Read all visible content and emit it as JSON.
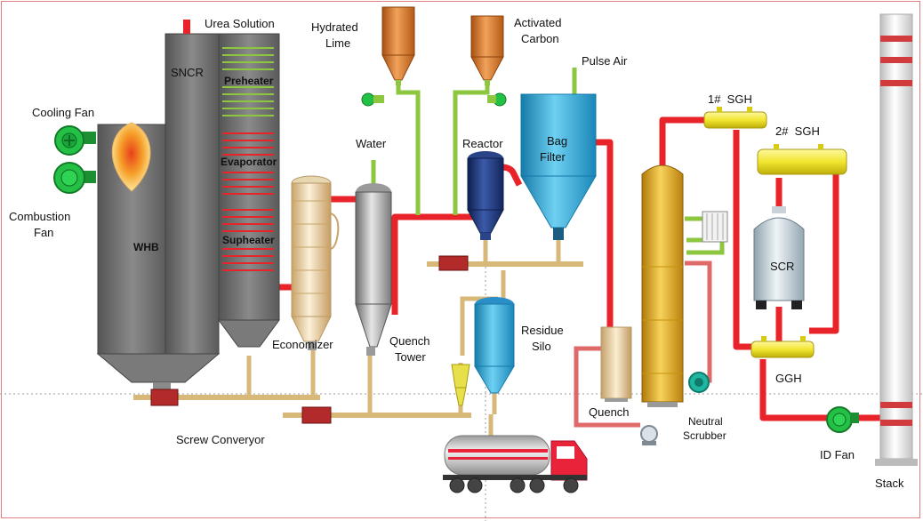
{
  "labels": {
    "urea_solution": "Urea Solution",
    "sncr": "SNCR",
    "preheater": "Preheater",
    "evaporator": "Evaporator",
    "supheater": "Supheater",
    "whb": "WHB",
    "cooling_fan": "Cooling Fan",
    "combustion_fan_line1": "Combustion",
    "combustion_fan_line2": "Fan",
    "hydrated_lime_line1": "Hydrated",
    "hydrated_lime_line2": "Lime",
    "activated_carbon_line1": "Activated",
    "activated_carbon_line2": "Carbon",
    "pulse_air": "Pulse Air",
    "water": "Water",
    "reactor": "Reactor",
    "bag_filter_line1": "Bag",
    "bag_filter_line2": "Filter",
    "economizer": "Economizer",
    "quench_tower_line1": "Quench",
    "quench_tower_line2": "Tower",
    "residue_silo_line1": "Residue",
    "residue_silo_line2": "Silo",
    "screw_conveyor": "Screw Converyor",
    "sgh1": "1#  SGH",
    "sgh2": "2#  SGH",
    "scr": "SCR",
    "ggh": "GGH",
    "quench": "Quench",
    "neutral_scrubber_line1": "Neutral",
    "neutral_scrubber_line2": "Scrubber",
    "id_fan": "ID Fan",
    "stack": "Stack"
  },
  "colors": {
    "pipe_red": "#e8232a",
    "pipe_green": "#8dc63f",
    "boiler_gray": "#6d6d6d",
    "fan_green": "#23c045",
    "hopper_orange": "#e07a2a",
    "bag_filter_blue": "#2aa6d8",
    "reactor_navy": "#1a2f6e",
    "scrubber_yellow": "#e8a81a",
    "sgh_yellow": "#f2ee3a",
    "scr_silver": "#c9d2d8",
    "stack_white": "#eaeaea",
    "stack_band": "#d13b3b",
    "truck_red": "#e8233a"
  },
  "icons": [
    "flame-icon",
    "fan-icon",
    "truck-icon",
    "pump-icon"
  ]
}
